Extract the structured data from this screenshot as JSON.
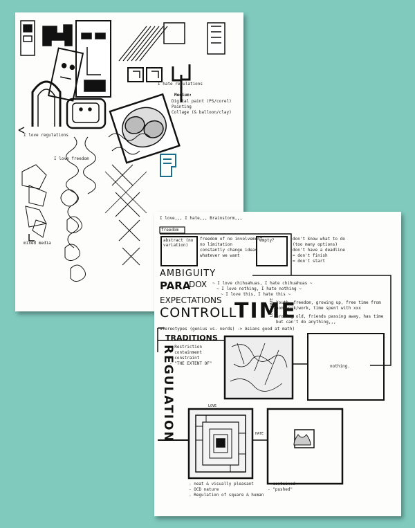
{
  "page1": {
    "labels": {
      "hate_regulations": "I hate regulations",
      "medium_title": "Medium:",
      "medium_items": [
        "Digital paint (PS/corel)",
        "Painting",
        "Collage (& balloon/clay)"
      ],
      "love_regulations": "I love regulations",
      "love_freedom": "I love freedom",
      "mixed_media": "mixed media"
    }
  },
  "page2": {
    "header": "I love,,, I hate,,, Brainstorm,,,",
    "freedom_label": "freedom",
    "abstract_box": "abstract (no variation)",
    "freedom_notes": [
      "freedom of no involvement",
      "no limitation",
      "constantly change ideas",
      "whatever we want"
    ],
    "empty_box": "empty?",
    "dont_know_notes": [
      "don't know what to do",
      "(too many options)",
      "don't have a deadline",
      "= don't finish",
      "= don't start"
    ],
    "words": {
      "ambiguity": "AMBIGUITY",
      "para": "PARA",
      "dox": "DOX",
      "expectations": "EXPECTATIONS",
      "controll": "CONTROLL",
      "time": "TIME",
      "traditions": "TRADITIONS",
      "regulation": "REGULATION"
    },
    "paradox_notes": [
      "~ I love chihuahuas, I hate chihuahuas ~",
      "~ I love nothing, I hate nothing ~",
      "~ I love this, I hate this ~"
    ],
    "time_side": "LOVE HATE",
    "time_notes": [
      "Youth, freedom, growing up, free time from",
      "homework/work, time spent with xxx",
      "Growing old, friends passing away, has time",
      "but can't do anything,,,"
    ],
    "stereotypes": "stereotypes (genius vs. nerds) -> Asians good at math)",
    "tradition_items": [
      "- Restriction",
      "- containment",
      "- constraint",
      "- \"THE EXTENT OF\""
    ],
    "nothing": "nothing.",
    "love_label": "LOVE",
    "hate_label": "HATE",
    "love_notes": [
      "- neat & visually pleasant",
      "- OCD nature",
      "- Regulation of square & human"
    ],
    "hate_notes": [
      "- contained",
      "- \"pushed\""
    ]
  }
}
